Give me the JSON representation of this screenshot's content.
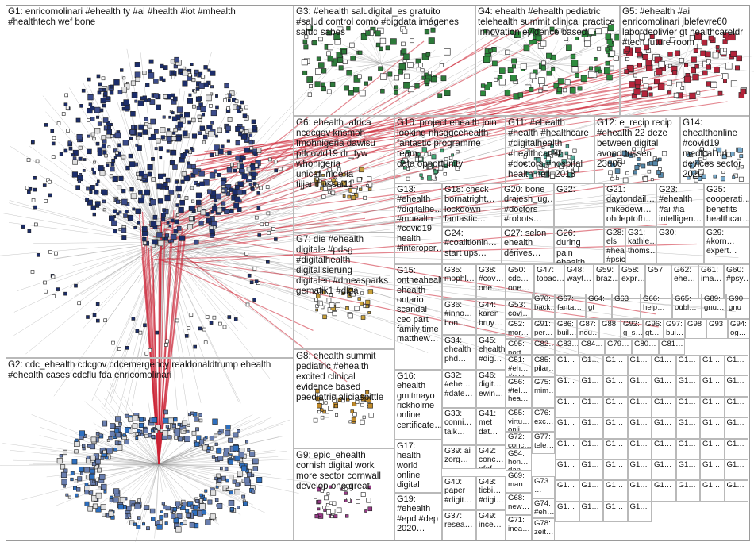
{
  "graph": {
    "groups": [
      {
        "id": "G1",
        "lines": [
          "G1: enricomolinari #ehealth ty #ai #health #iot #mhealth",
          "#healthtech wef bone"
        ],
        "color": "#1a2a6c"
      },
      {
        "id": "G2",
        "lines": [
          "G2: cdc_ehealth cdcgov cdcemergency realdonaldtrump ehealth",
          "#ehealth cases cdcflu fda enricomolinari"
        ],
        "color": "#2c7bd1"
      },
      {
        "id": "G3",
        "lines": [
          "G3: #ehealth saludigital_es gratuito",
          "#salud control como #bigdata imágenes",
          "salud sabes"
        ],
        "color": "#2d7a3a"
      },
      {
        "id": "G4",
        "lines": [
          "G4: ehealth #ehealth pediatric",
          "telehealth summit clinical practice",
          "innovation evidence based"
        ],
        "color": "#2e8b3e"
      },
      {
        "id": "G5",
        "lines": [
          "G5: #ehealth #ai",
          "enricomolinari jblefevre60",
          "labordeolivier gt healthcareldr",
          "#tech future room"
        ],
        "color": "#b3243a"
      },
      {
        "id": "G6",
        "lines": [
          "G6: ehealth_africa",
          "ncdcgov knsmoh",
          "fmohnigeria dawisu",
          "ptfcovid19 dr_tyw",
          "whonigeria",
          "unicef_nigeria",
          "tijjanihussai11"
        ],
        "color": "#c8a040"
      },
      {
        "id": "G7",
        "lines": [
          "G7: die #ehealth",
          "digitale #pdsg",
          "#digitalhealth",
          "digitalisierung",
          "digitalen #dmeasparks",
          "gematik1 #diga"
        ],
        "color": "#c9a13a"
      },
      {
        "id": "G8",
        "lines": [
          "G8: ehealth summit",
          "pediatric #ehealth",
          "excited clinical",
          "evidence based",
          "paediatric aliciaspittle"
        ],
        "color": "#c08a2a"
      },
      {
        "id": "G9",
        "lines": [
          "G9: epic_ehealth",
          "cornish digital work",
          "more sector cornwall",
          "develop one great"
        ],
        "color": "#9a3a8a"
      },
      {
        "id": "G10",
        "lines": [
          "G10: project ehealth join",
          "looking nhsggcehealth",
          "fantastic programme team",
          "data opportunity"
        ],
        "color": "#4a7"
      },
      {
        "id": "G11",
        "lines": [
          "G11: #ehealth",
          "#health #healthcare",
          "#digitalhealth",
          "#healthcareit",
          "#doctors #hospital",
          "health nell_2018"
        ],
        "color": "#5a9"
      },
      {
        "id": "G12",
        "lines": [
          "G12: e_recip recip",
          "#ehealth 22 deze",
          "between digital",
          "avond tussen",
          "23u00"
        ],
        "color": "#58a"
      },
      {
        "id": "G13",
        "lines": [
          "G13:",
          "#ehealth",
          "#digitalhe…",
          "#mhealth",
          "#covid19",
          "health",
          "#interoper…"
        ],
        "color": "#a85"
      },
      {
        "id": "G14",
        "lines": [
          "G14:",
          "ehealthonline",
          "#covid19",
          "medical url",
          "devices sector",
          "2020"
        ],
        "color": "#7ac"
      },
      {
        "id": "G15",
        "lines": [
          "G15:",
          "ontheahealth",
          "ehealth",
          "ontario",
          "scandal",
          "ceo part",
          "family time",
          "matthew…"
        ],
        "color": "#c6a"
      },
      {
        "id": "G16",
        "lines": [
          "G16:",
          "ehealth",
          "gmitmayo",
          "rickholme",
          "online",
          "certificate…"
        ],
        "color": "#996"
      },
      {
        "id": "G17",
        "lines": [
          "G17: health",
          "world",
          "online",
          "digital"
        ],
        "color": "#a66"
      },
      {
        "id": "G18",
        "lines": [
          "G18: check",
          "bornatright…",
          "lockdown",
          "fantastic…"
        ],
        "color": "#c84"
      },
      {
        "id": "G19",
        "lines": [
          "G19:",
          "#ehealth",
          "#epd #dep",
          "2020…"
        ],
        "color": "#c55"
      },
      {
        "id": "G20",
        "lines": [
          "G20: bone",
          "drajesh_ug…",
          "#doctors",
          "#robots…"
        ],
        "color": "#77b"
      },
      {
        "id": "G21",
        "lines": [
          "G21:",
          "daytondail…",
          "mikedewi…",
          "ohdeptofh…"
        ],
        "color": "#b77"
      },
      {
        "id": "G22",
        "lines": [
          "G22:"
        ],
        "color": "#7b7"
      },
      {
        "id": "G23",
        "lines": [
          "G23:",
          "#ehealth",
          "#ai #ia",
          "intelligen…"
        ],
        "color": "#c5c"
      },
      {
        "id": "G24",
        "lines": [
          "G24:",
          "#coalitionin…",
          "start ups…"
        ],
        "color": "#8a5"
      },
      {
        "id": "G25",
        "lines": [
          "G25:",
          "cooperati…",
          "benefits",
          "healthcar…"
        ],
        "color": "#a8c"
      },
      {
        "id": "G26",
        "lines": [
          "G26: during",
          "pain ehealth",
          "covid…"
        ],
        "color": "#5aa"
      },
      {
        "id": "G27",
        "lines": [
          "G27: selon",
          "ehealth",
          "dérives…"
        ],
        "color": "#a5a"
      },
      {
        "id": "G28",
        "lines": [
          "G28: els",
          "#health",
          "#psico…"
        ],
        "color": "#c77"
      },
      {
        "id": "G29",
        "lines": [
          "G29:",
          "#korn…",
          "expert…"
        ],
        "color": "#7aa"
      },
      {
        "id": "G30",
        "lines": [
          "G30:"
        ],
        "color": "#aa7"
      },
      {
        "id": "G31",
        "lines": [
          "G31:",
          "kathle…",
          "thoms…"
        ],
        "color": "#a7a"
      },
      {
        "id": "G32",
        "lines": [
          "G32:",
          "#ehe…",
          "#date…"
        ],
        "color": "#79c"
      },
      {
        "id": "G33",
        "lines": [
          "G33:",
          "conni…",
          "talk…"
        ],
        "color": "#c97"
      },
      {
        "id": "G34",
        "lines": [
          "G34:",
          "ehealth",
          "phd…"
        ],
        "color": "#9c7"
      },
      {
        "id": "G35",
        "lines": [
          "G35:",
          "mophl…"
        ],
        "color": "#97c"
      },
      {
        "id": "G36",
        "lines": [
          "G36:",
          "#inno…",
          "bon…"
        ],
        "color": "#c79"
      },
      {
        "id": "G37",
        "lines": [
          "G37:",
          "resea…"
        ],
        "color": "#7c9"
      },
      {
        "id": "G38",
        "lines": [
          "G38:",
          "#cov…",
          "one…"
        ],
        "color": "#79c"
      },
      {
        "id": "G39",
        "lines": [
          "G39: ai",
          "zorg…"
        ],
        "color": "#bb7"
      },
      {
        "id": "G40",
        "lines": [
          "G40:",
          "paper",
          "#digit…"
        ],
        "color": "#7bb"
      },
      {
        "id": "G41",
        "lines": [
          "G41:",
          "met",
          "dat…"
        ],
        "color": "#b7b"
      },
      {
        "id": "G42",
        "lines": [
          "G42:",
          "conc…",
          "afaf…"
        ],
        "color": "#b97"
      },
      {
        "id": "G43",
        "lines": [
          "G43:",
          "ticbi…",
          "#digi…"
        ],
        "color": "#97b"
      },
      {
        "id": "G44",
        "lines": [
          "G44:",
          "karen",
          "bruy…"
        ],
        "color": "#7b9"
      },
      {
        "id": "G45",
        "lines": [
          "G45:",
          "ehealth",
          "#dig…"
        ],
        "color": "#b79"
      },
      {
        "id": "G46",
        "lines": [
          "G46:",
          "digit…",
          "ewin…"
        ],
        "color": "#9b7"
      },
      {
        "id": "G47",
        "lines": [
          "G47:",
          "tobac…"
        ],
        "color": "#79b"
      },
      {
        "id": "G48",
        "lines": [
          "G48:",
          "wayt…"
        ],
        "color": "#b97"
      },
      {
        "id": "G49",
        "lines": [
          "G49:",
          "ince…"
        ],
        "color": "#97b"
      },
      {
        "id": "G50",
        "lines": [
          "G50:",
          "cdc…",
          "one…"
        ],
        "color": "#7b9"
      },
      {
        "id": "G51",
        "lines": [
          "G51:",
          "#eh…",
          "#cov…"
        ],
        "color": "#b79"
      },
      {
        "id": "G52",
        "lines": [
          "G52:",
          "mor…",
          "ad…"
        ],
        "color": "#9b7"
      },
      {
        "id": "G53",
        "lines": [
          "G53:",
          "covi…",
          "#…"
        ],
        "color": "#7ab"
      },
      {
        "id": "G54",
        "lines": [
          "G54:",
          "hon…",
          "dan…"
        ],
        "color": "#ba7"
      },
      {
        "id": "G55",
        "lines": [
          "G55:",
          "virtu…",
          "onli…"
        ],
        "color": "#a7b"
      },
      {
        "id": "G56",
        "lines": [
          "G56:",
          "#tel…",
          "hea…"
        ],
        "color": "#7ba"
      },
      {
        "id": "G57",
        "lines": [
          "G57"
        ],
        "color": "#ab7"
      },
      {
        "id": "G58",
        "lines": [
          "G58:",
          "expr…"
        ],
        "color": "#b7a"
      },
      {
        "id": "G59",
        "lines": [
          "G59:",
          "braz…"
        ],
        "color": "#8ab"
      },
      {
        "id": "G60",
        "lines": [
          "G60:",
          "#psy…"
        ],
        "color": "#ba8"
      },
      {
        "id": "G61",
        "lines": [
          "G61:",
          "ima…"
        ],
        "color": "#a8b"
      },
      {
        "id": "G62",
        "lines": [
          "G62:",
          "ehe…"
        ],
        "color": "#8ba"
      },
      {
        "id": "G63",
        "lines": [
          "G63"
        ],
        "color": "#ab8"
      },
      {
        "id": "G64",
        "lines": [
          "G64:",
          "gt"
        ],
        "color": "#b8a"
      },
      {
        "id": "G65",
        "lines": [
          "G65:",
          "oubl…"
        ],
        "color": "#9ab"
      },
      {
        "id": "G66",
        "lines": [
          "G66:",
          "help…"
        ],
        "color": "#ba9"
      },
      {
        "id": "G67",
        "lines": [
          "G67:",
          "fanta…"
        ],
        "color": "#a9b"
      },
      {
        "id": "G68",
        "lines": [
          "G68:",
          "new…",
          "…"
        ],
        "color": "#9ba"
      },
      {
        "id": "G69",
        "lines": [
          "G69:",
          "man…",
          "…"
        ],
        "color": "#ab9"
      },
      {
        "id": "G70",
        "lines": [
          "G70:",
          "back…"
        ],
        "color": "#b9a"
      },
      {
        "id": "G71",
        "lines": [
          "G71:",
          "inea…"
        ],
        "color": "#7aa"
      },
      {
        "id": "G72",
        "lines": [
          "G72:",
          "conc…",
          "…"
        ],
        "color": "#aa7"
      },
      {
        "id": "G73",
        "lines": [
          "G73",
          "…"
        ],
        "color": "#a7a"
      },
      {
        "id": "G74",
        "lines": [
          "G74:",
          "#eh…",
          "#pilar…"
        ],
        "color": "#79a"
      },
      {
        "id": "G75",
        "lines": [
          "G75:",
          "mim…"
        ],
        "color": "#a79"
      },
      {
        "id": "G76",
        "lines": [
          "G76:",
          "exc…",
          "…"
        ],
        "color": "#9a7"
      },
      {
        "id": "G77",
        "lines": [
          "G77:",
          "tele…",
          "…"
        ],
        "color": "#7a9"
      },
      {
        "id": "G78",
        "lines": [
          "G78:",
          "zeit…"
        ],
        "color": "#a97"
      },
      {
        "id": "G79",
        "lines": [
          "G79…"
        ],
        "color": "#97a"
      },
      {
        "id": "G80",
        "lines": [
          "G80…"
        ],
        "color": "#8a8"
      },
      {
        "id": "G81",
        "lines": [
          "G81…"
        ],
        "color": "#a88"
      },
      {
        "id": "G82",
        "lines": [
          "G82…"
        ],
        "color": "#88a"
      },
      {
        "id": "G83",
        "lines": [
          "G83…"
        ],
        "color": "#aa8"
      },
      {
        "id": "G84",
        "lines": [
          "G84…"
        ],
        "color": "#a8a"
      },
      {
        "id": "G85",
        "lines": [
          "G85:",
          "pilar…"
        ],
        "color": "#8aa"
      },
      {
        "id": "G86",
        "lines": [
          "G86:",
          "buil…"
        ],
        "color": "#b88"
      },
      {
        "id": "G87",
        "lines": [
          "G87:",
          "nou…"
        ],
        "color": "#88b"
      },
      {
        "id": "G88",
        "lines": [
          "G88"
        ],
        "color": "#8b8"
      },
      {
        "id": "G89",
        "lines": [
          "G89:",
          "gnu…"
        ],
        "color": "#bb8"
      },
      {
        "id": "G90",
        "lines": [
          "G90:",
          "gnu"
        ],
        "color": "#b8b"
      },
      {
        "id": "G91",
        "lines": [
          "G91:",
          "per…"
        ],
        "color": "#8bb"
      },
      {
        "id": "G92",
        "lines": [
          "G92:",
          "g_s…"
        ],
        "color": "#b98"
      },
      {
        "id": "G93",
        "lines": [
          "G93"
        ],
        "color": "#98b"
      },
      {
        "id": "G94",
        "lines": [
          "G94:",
          "og…"
        ],
        "color": "#8b9"
      },
      {
        "id": "G95",
        "lines": [
          "G95:",
          "nort…"
        ],
        "color": "#b89"
      },
      {
        "id": "G96",
        "lines": [
          "G96:",
          "gt…"
        ],
        "color": "#9b8"
      },
      {
        "id": "G97",
        "lines": [
          "G97:",
          "bui…"
        ],
        "color": "#89b"
      },
      {
        "id": "G98",
        "lines": [
          "G98"
        ],
        "color": "#b98"
      }
    ],
    "fillers": [
      "G1…",
      "G1…",
      "G1…",
      "G1…",
      "G1…",
      "G1…",
      "G1…",
      "G1…",
      "G1…",
      "G1…",
      "G1…",
      "G1…",
      "G1…",
      "G1…",
      "G1…",
      "G1…",
      "G1…",
      "G1…",
      "G1…",
      "G1…",
      "G1…",
      "G1…",
      "G1…",
      "G1…",
      "G1…",
      "G1…",
      "G1…",
      "G1…",
      "G1…",
      "G1…",
      "G1…",
      "G1…",
      "G1…",
      "G1…",
      "G1…",
      "G1…",
      "G1…",
      "G1…",
      "G1…",
      "G1…",
      "G1…",
      "G1…",
      "G1…",
      "G1…",
      "G1…",
      "G1…",
      "G1…",
      "G1…",
      "G1…",
      "G1…",
      "G1…",
      "G1…",
      "G1…",
      "G1…",
      "G1…",
      "G1…",
      "G1…",
      "G1…",
      "G1…",
      "G1…"
    ],
    "edge_colors": {
      "gray": "#8c8c8c",
      "red": "#cc2233",
      "darkred": "#8b1a1a"
    },
    "node_palette": [
      "#1b2d6b",
      "#2e6fbf",
      "#e0e0e0",
      "#ffffff",
      "#3b4b8a",
      "#6a7fb0",
      "#222",
      "#d8d8d8"
    ]
  }
}
